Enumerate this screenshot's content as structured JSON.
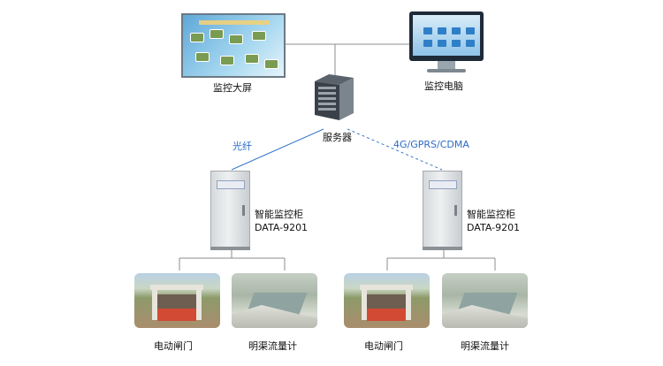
{
  "nodes": {
    "big_screen": "监控大屏",
    "monitor_pc": "监控电脑",
    "server": "服务器",
    "cabinet_left": {
      "name": "智能监控柜",
      "model": "DATA-9201"
    },
    "cabinet_right": {
      "name": "智能监控柜",
      "model": "DATA-9201"
    },
    "gate_left": "电动闸门",
    "flowmeter_left": "明渠流量计",
    "gate_right": "电动闸门",
    "flowmeter_right": "明渠流量计"
  },
  "links": {
    "fiber": "光纤",
    "wireless": "4G/GPRS/CDMA"
  },
  "colors": {
    "wire": "#8c8c8c",
    "fiber_line": "#3a78c9",
    "wireless_line": "#3a78c9",
    "link_text": "#2b6cc9"
  }
}
